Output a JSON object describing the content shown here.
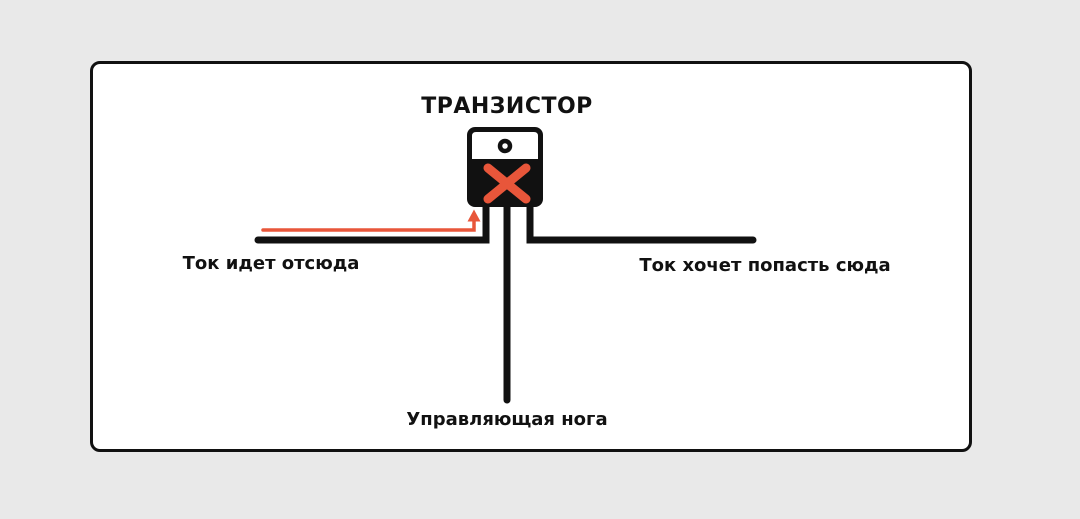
{
  "title": "ТРАНЗИСТОР",
  "diagram": {
    "component": "transistor-package",
    "labels": {
      "left": "Ток идет отсюда",
      "right": "Ток хочет попасть сюда",
      "bottom": "Управляющая нога"
    },
    "icons": {
      "blocked_x": "x-cross-mark",
      "mounting_hole": "ring-hole",
      "current_arrow": "up-turn-arrow"
    }
  },
  "colors": {
    "bg": "#e9e9e9",
    "card": "#ffffff",
    "ink": "#111111",
    "accent": "#e8563a"
  }
}
